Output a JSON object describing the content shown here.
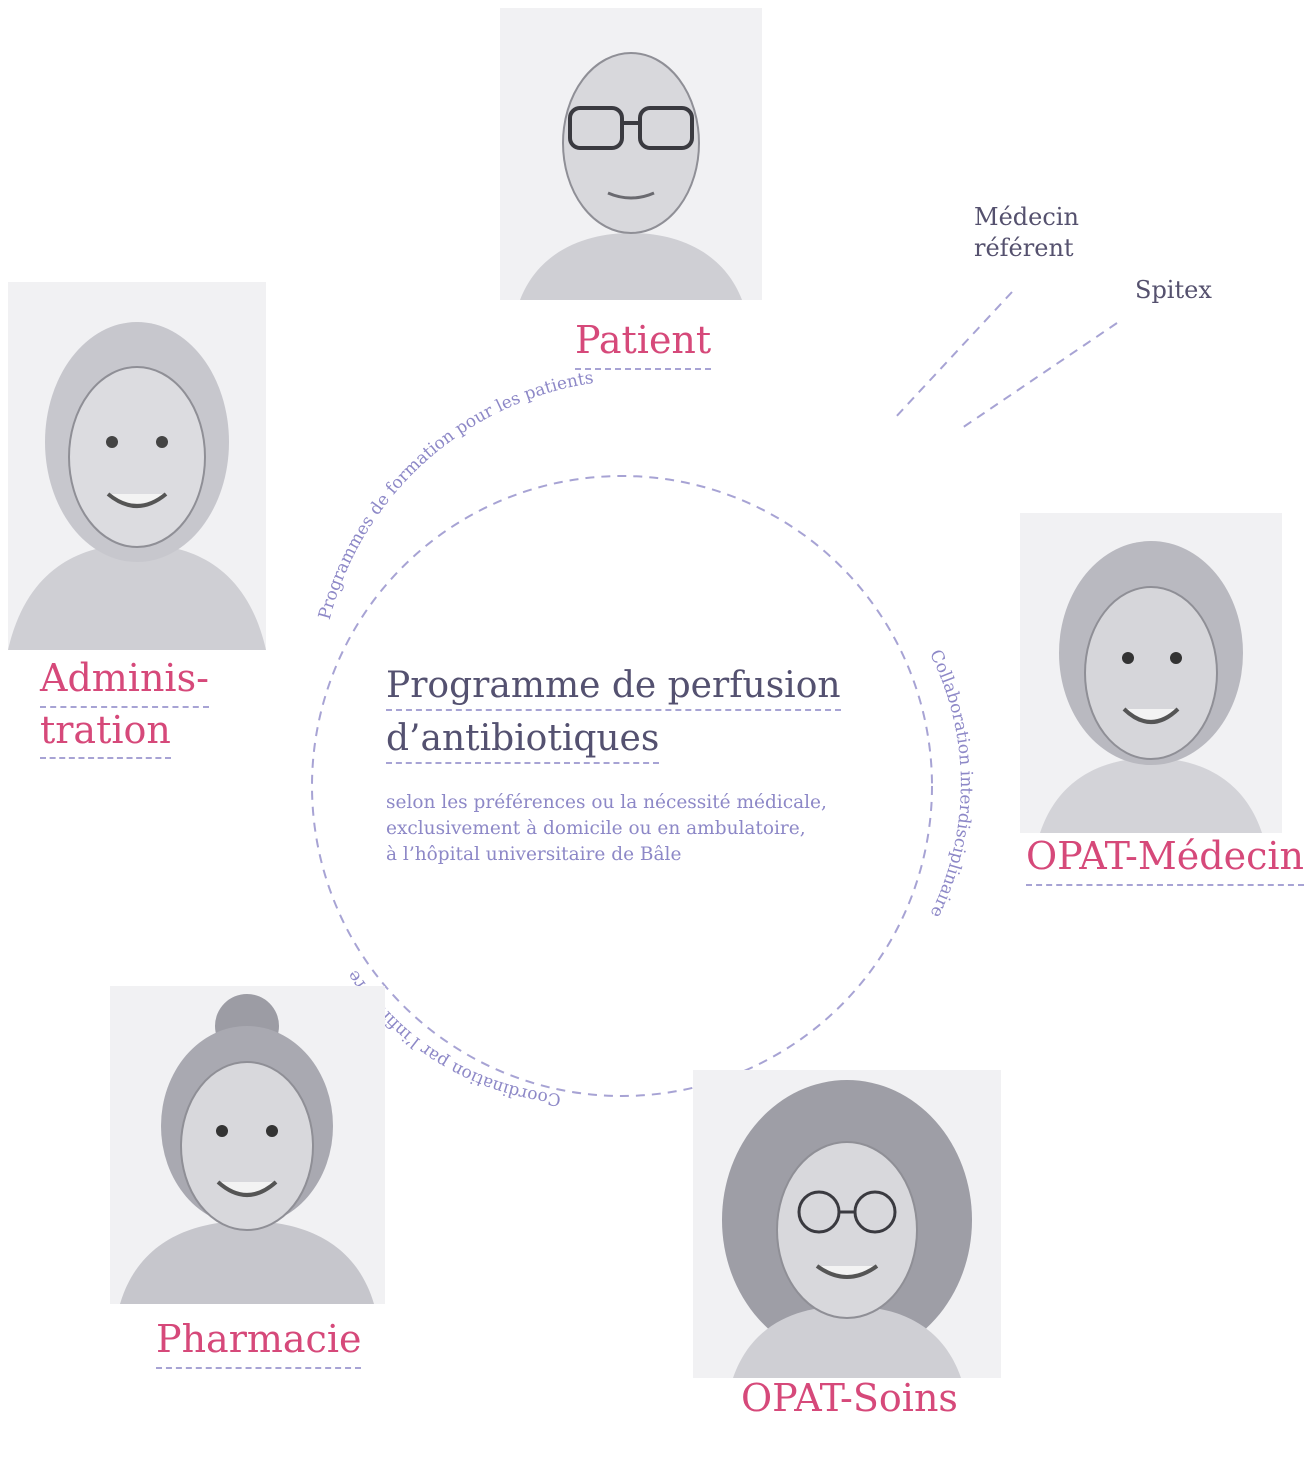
{
  "center": {
    "title_line1": "Programme de perfusion",
    "title_line2": "d’antibiotiques",
    "subtitle_lines": [
      "selon les préférences ou la nécessité médicale,",
      "exclusivement à domicile ou en ambulatoire,",
      "à l’hôpital universitaire de Bâle"
    ]
  },
  "ring_labels": {
    "top": "Programmes de formation pour les patients",
    "right": "Collaboration interdisciplinaire",
    "bottom": "Coordination par l’infirmière"
  },
  "roles": {
    "patient": "Patient",
    "administration_line1": "Adminis-",
    "administration_line2": "tration",
    "opat_medecin": "OPAT-Médecin",
    "pharmacie": "Pharmacie",
    "opat_soins": "OPAT-Soins"
  },
  "external": {
    "medecin_referent_line1": "Médecin",
    "medecin_referent_line2": "référent",
    "spitex": "Spitex"
  },
  "colors": {
    "role_text": "#d6497a",
    "dash": "#a7a3d4",
    "ring_text": "#8d88c7",
    "title_text": "#545170"
  }
}
